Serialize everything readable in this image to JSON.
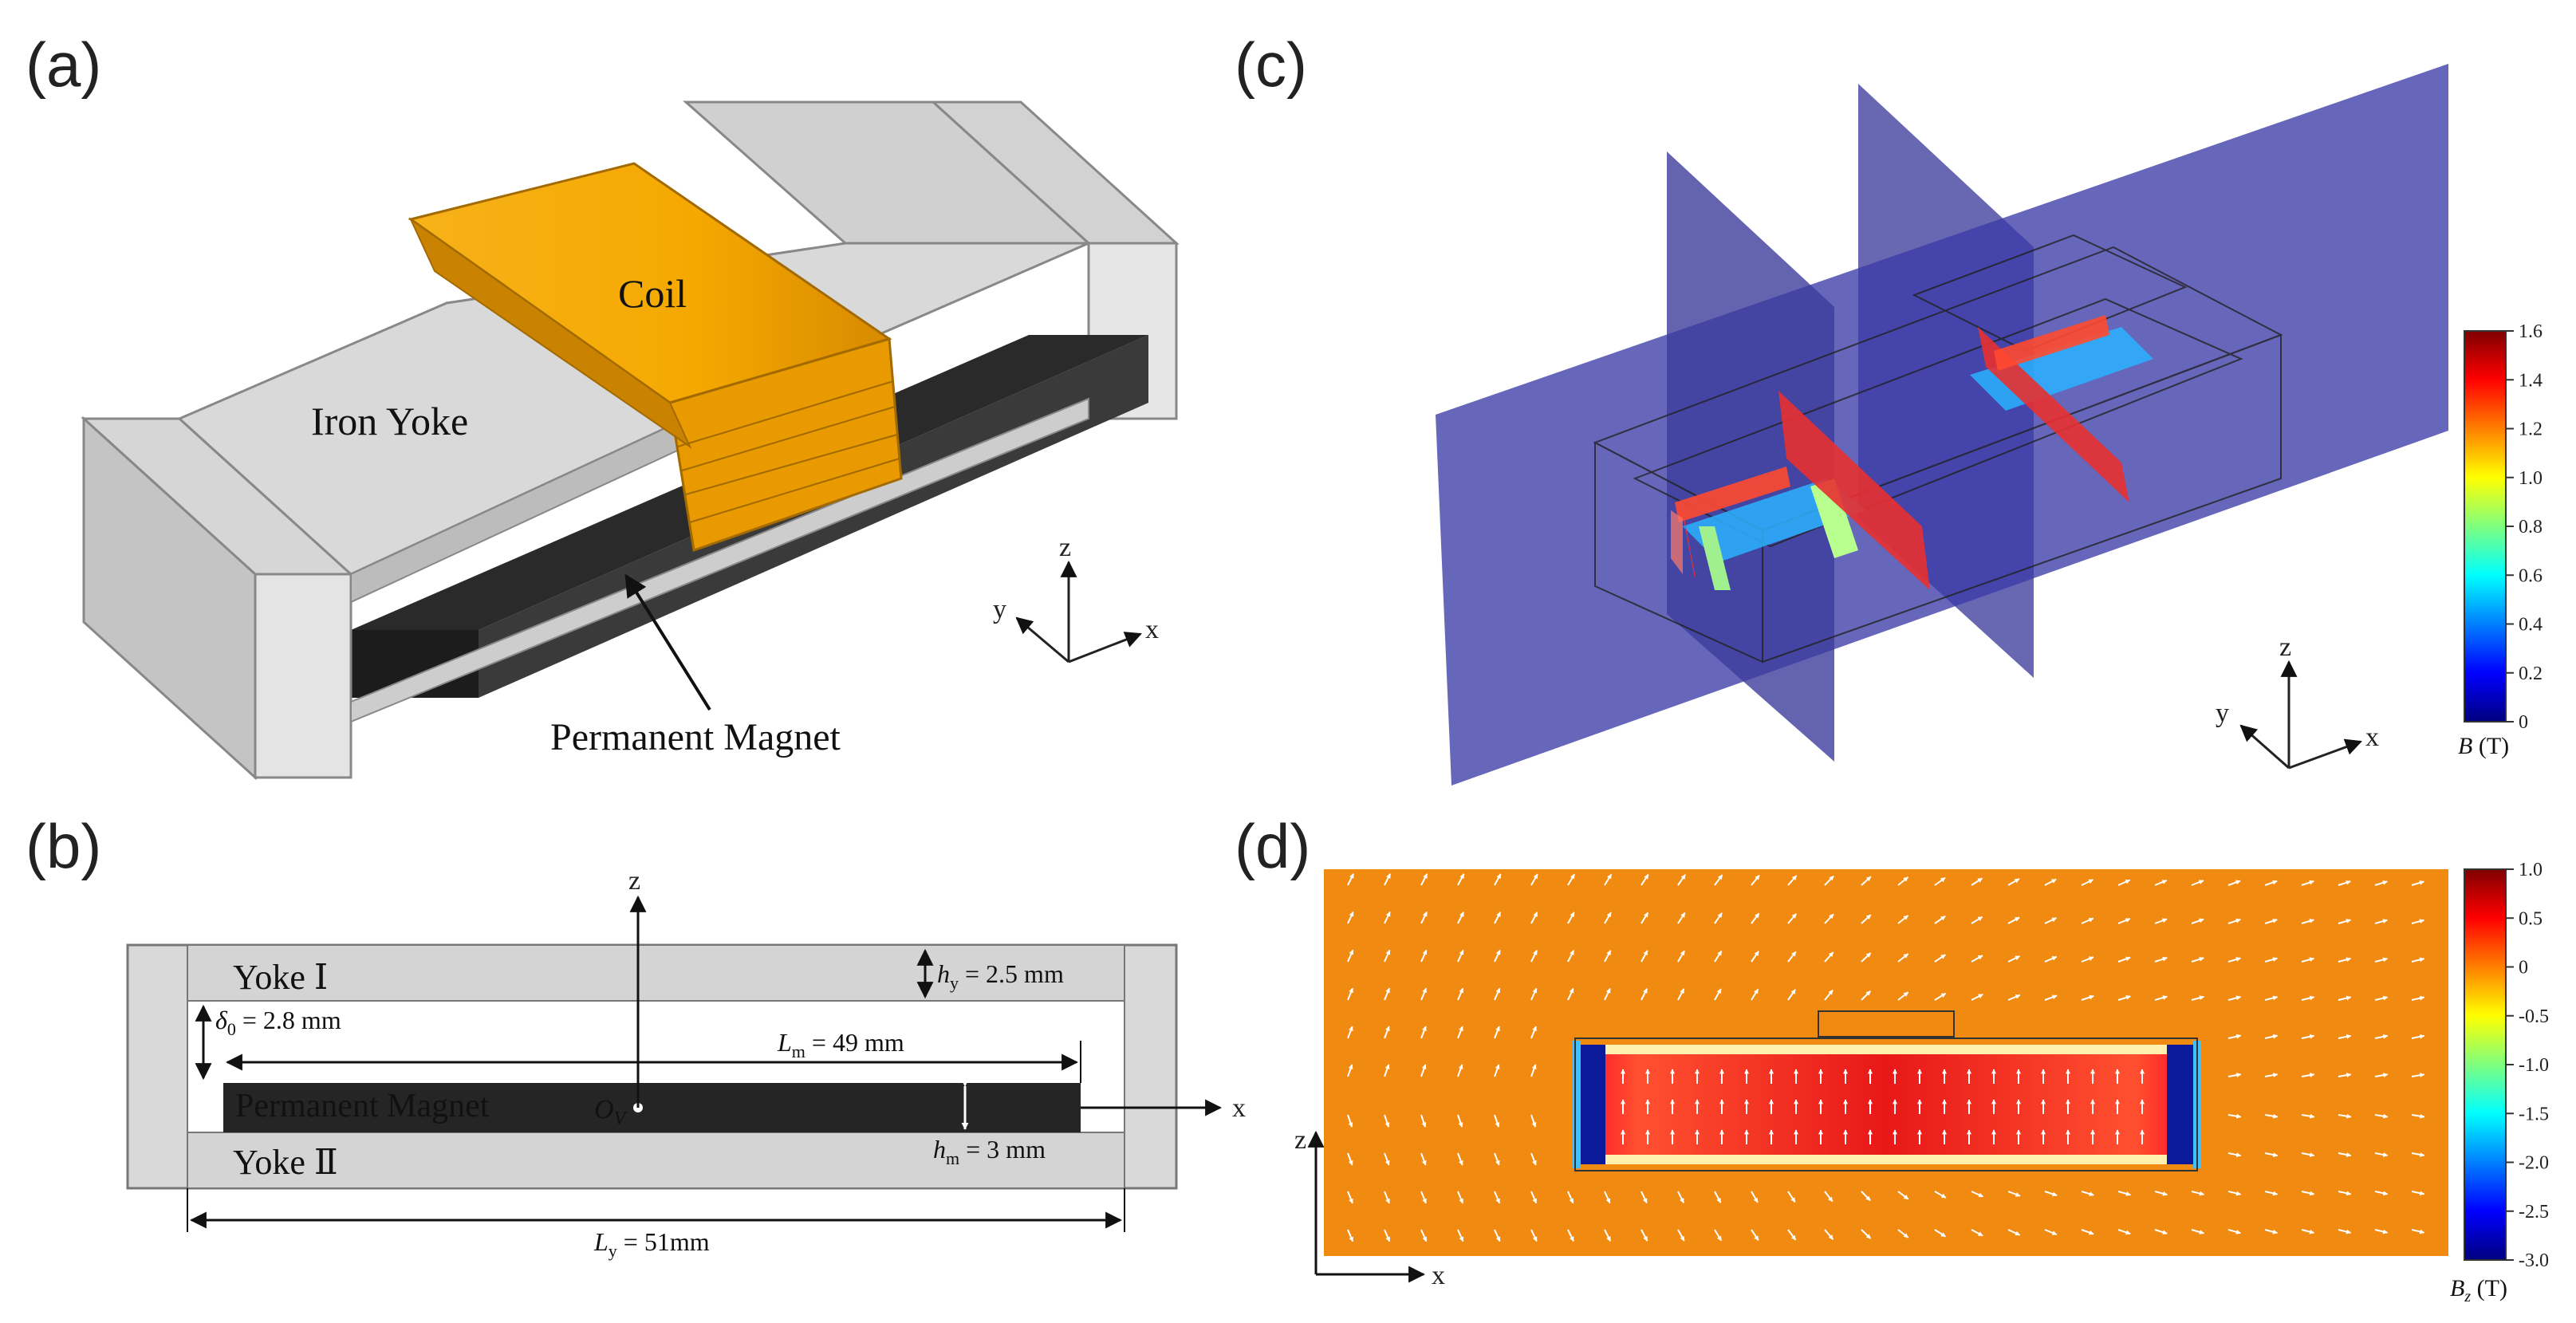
{
  "panels": {
    "a": {
      "label": "(a)",
      "coil": "Coil",
      "iron_yoke": "Iron Yoke",
      "permanent_magnet": "Permanent Magnet",
      "axes": {
        "x": "x",
        "y": "y",
        "z": "z"
      }
    },
    "b": {
      "label": "(b)",
      "yoke1": "Yoke Ⅰ",
      "yoke2": "Yoke Ⅱ",
      "permanent_magnet": "Permanent Magnet",
      "origin_main": "O",
      "origin_sub": "V",
      "hy_main": "h",
      "hy_sub": "y",
      "hy_value": " = 2.5 mm",
      "delta0_main": "δ",
      "delta0_sub": "0",
      "delta0_value": " = 2.8 mm",
      "lm_main": "L",
      "lm_sub": "m",
      "lm_value": " = 49 mm",
      "hm_main": "h",
      "hm_sub": "m",
      "hm_value": " = 3 mm",
      "ly_main": "L",
      "ly_sub": "y",
      "ly_value": " = 51mm",
      "axes": {
        "x": "x",
        "z": "z"
      }
    },
    "c": {
      "label": "(c)",
      "colorbar_ticks": [
        "1.6",
        "1.4",
        "1.2",
        "1.0",
        "0.8",
        "0.6",
        "0.4",
        "0.2",
        "0"
      ],
      "colorbar_title_main": "B",
      "colorbar_title_unit": " (T)",
      "axes": {
        "x": "x",
        "y": "y",
        "z": "z"
      }
    },
    "d": {
      "label": "(d)",
      "colorbar_ticks": [
        "1.0",
        "0.5",
        "0",
        "-0.5",
        "-1.0",
        "-1.5",
        "-2.0",
        "-2.5",
        "-3.0"
      ],
      "colorbar_title_main": "B",
      "colorbar_title_sub": "z",
      "colorbar_title_unit": " (T)",
      "axes": {
        "x": "x",
        "z": "z"
      }
    }
  },
  "colors": {
    "coil": "#f5a800",
    "yoke": "#d9d9d9",
    "magnet": "#2b2b2b",
    "plane": "#3c3c9c",
    "field_background": "#f08a10"
  }
}
